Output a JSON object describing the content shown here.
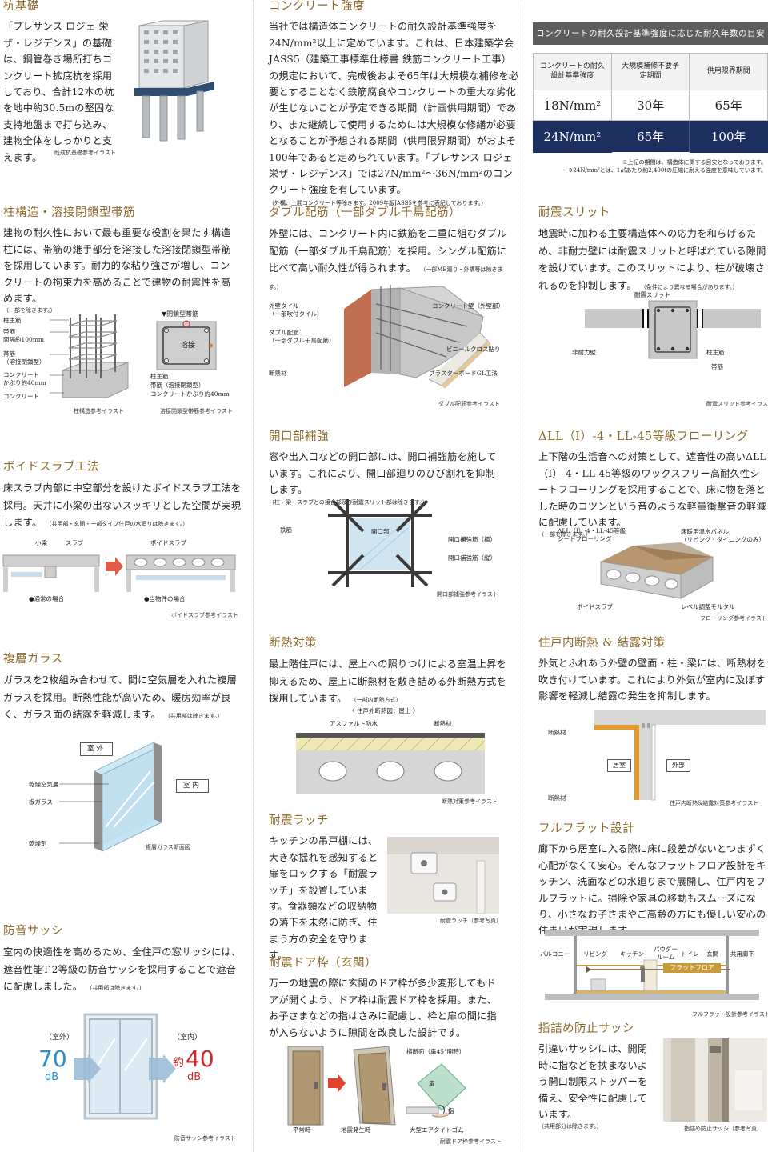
{
  "pile": {
    "title": "杭基礎",
    "body": "「プレサンス ロジェ 栄ザ・レジデンス」の基礎は、鋼管巻き場所打ちコンクリート拡底杭を採用しており、合計12本の杭を地中約30.5mの堅固な支持地盤まで打ち込み、建物全体をしっかりと支えます。",
    "caption": "既成杭基礎参考イラスト"
  },
  "concrete": {
    "title": "コンクリート強度",
    "body": "当社では構造体コンクリートの耐久設計基準強度を24N/mm²以上に定めています。これは、日本建築学会JASS5（建築工事標準仕様書 鉄筋コンクリート工事）の規定において、完成後およそ65年は大規模な補修を必要とすることなく鉄筋腐食やコンクリートの重大な劣化が生じないことが予定できる期間（計画供用期間）であり、また継続して使用するためには大規模な修繕が必要となることが予想される期間（供用限界期間）がおよそ100年であると定められています。「プレサンス ロジェ 栄ザ・レジデンス」では27N/mm²〜36N/mm²のコンクリート強度を有しています。",
    "note": "（外構、土間コンクリート等除きます。2009年版JASS5を参考に表記しております。）",
    "table_title": "コンクリートの耐久設計基準強度に応じた耐久年数の目安",
    "table_headers": [
      "コンクリートの耐久設計基準強度",
      "大規模補修不要予定期間",
      "供用限界期間"
    ],
    "table_rows": [
      [
        "18N/mm²",
        "30年",
        "65年"
      ],
      [
        "24N/mm²",
        "65年",
        "100年"
      ]
    ],
    "table_note1": "※上記の期間は、構造体に関する目安となっております。",
    "table_note2": "※24N/mm²とは、1㎡あたり約2,400tの圧縮に耐える強度を意味しています。"
  },
  "column": {
    "title": "柱構造・溶接閉鎖型帯筋",
    "body": "建物の耐久性において最も重要な役割を果たす構造柱には、帯筋の継手部分を溶接した溶接閉鎖型帯筋を採用しています。耐力的な粘り強さが増し、コンクリートの拘束力を高めることで建物の耐震性を高めます。",
    "note": "（一部を除きます。）",
    "labels": [
      "柱主筋",
      "帯筋",
      "間隔約100mm",
      "帯筋",
      "（溶接閉鎖型）",
      "コンクリート",
      "かぶり約40mm",
      "コンクリート"
    ],
    "right_title": "▼閉鎖型帯筋",
    "weld": "溶接",
    "right_labels": [
      "柱主筋",
      "帯筋（溶接閉鎖型）",
      "コンクリートかぶり約40mm"
    ],
    "caption1": "柱構造参考イラスト",
    "caption2": "溶接閉鎖型帯筋参考イラスト"
  },
  "double": {
    "title": "ダブル配筋（一部ダブル千鳥配筋）",
    "body": "外壁には、コンクリート内に鉄筋を二重に組むダブル配筋（一部ダブル千鳥配筋）を採用。シングル配筋に比べて高い耐久性が得られます。",
    "note": "（一部MB廻り・外構等は除きます。）",
    "labels": [
      "外壁タイル",
      "（一部吹付タイル）",
      "ダブル配筋",
      "（一部ダブル千鳥配筋）",
      "断熱材",
      "コンクリート壁（外壁部）",
      "ビニールクロス貼り",
      "プラスターボードGL工法"
    ],
    "caption": "ダブル配筋参考イラスト"
  },
  "slit": {
    "title": "耐震スリット",
    "body": "地震時に加わる主要構造体への応力を和らげるため、非耐力壁には耐震スリットと呼ばれている隙間を設けています。このスリットにより、柱が破壊されるのを抑制します。",
    "note": "（条件により異なる場合があります。）",
    "labels": [
      "耐震スリット",
      "非耐力壁",
      "柱主筋",
      "帯筋"
    ],
    "caption": "耐震スリット参考イラスト"
  },
  "opening": {
    "title": "開口部補強",
    "body": "窓や出入口などの開口部には、開口補強筋を施しています。これにより、開口部廻りのひび割れを抑制します。",
    "note": "（柱・梁・スラブとの接合部及び耐震スリット部は除きます。）",
    "labels": [
      "鉄筋",
      "開口部",
      "開口補強筋（横）",
      "開口補強筋（縦）"
    ],
    "caption": "開口部補強参考イラスト"
  },
  "flooring": {
    "title": "ΔLL（I）-4・LL-45等級フローリング",
    "body": "上下階の生活音への対策として、遮音性の高いΔLL（I）-4・LL-45等級のワックスフリー高耐久性シートフローリングを採用することで、床に物を落とした時のコツンという音のような軽量衝撃音の軽減に配慮しています。",
    "note": "（一部を除きます。）",
    "labels": [
      "ΔLL（I）-4・LL-45等級",
      "シートフローリング",
      "床暖用温水パネル",
      "（リビング・ダイニングのみ）",
      "ボイドスラブ",
      "レベル調整モルタル"
    ],
    "caption": "フローリング参考イラスト"
  },
  "void": {
    "title": "ボイドスラブ工法",
    "body": "床スラブ内部に中空部分を設けたボイドスラブ工法を採用。天井に小梁の出ないスッキリとした空間が実現します。",
    "note": "（共用部・玄関・一部タイプ住戸の水廻りは除きます。）",
    "labels": [
      "小梁",
      "スラブ",
      "ボイドスラブ",
      "●通常の場合",
      "●当物件の場合"
    ],
    "caption": "ボイドスラブ参考イラスト"
  },
  "insulation": {
    "title": "断熱対策",
    "body": "最上階住戸には、屋上への照りつけによる室温上昇を抑えるため、屋上に断熱材を敷き詰める外断熱方式を採用しています。",
    "note": "（一部内断熱方式）",
    "diag_title": "〈 住戸外断熱図：屋上 〉",
    "labels": [
      "アスファルト防水",
      "断熱材"
    ],
    "caption": "断熱対策参考イラスト"
  },
  "condensation": {
    "title": "住戸内断熱 & 結露対策",
    "body": "外気とふれあう外壁の壁面・柱・梁には、断熱材を吹き付けています。これにより外気が室内に及ぼす影響を軽減し結露の発生を抑制します。",
    "labels": [
      "断熱材",
      "居室",
      "外部",
      "断熱材"
    ],
    "caption": "住戸内断熱&結露対策参考イラスト"
  },
  "glass": {
    "title": "複層ガラス",
    "body": "ガラスを2枚組み合わせて、間に空気層を入れた複層ガラスを採用。断熱性能が高いため、暖房効率が良く、ガラス面の結露を軽減します。",
    "note": "（共用部は除きます。）",
    "labels": [
      "室外",
      "室内",
      "乾燥空気層",
      "板ガラス",
      "乾燥剤"
    ],
    "caption": "複層ガラス断面図"
  },
  "latch": {
    "title": "耐震ラッチ",
    "body": "キッチンの吊戸棚には、大きな揺れを感知すると扉をロックする「耐震ラッチ」を設置しています。食器類などの収納物の落下を未然に防ぎ、住まう方の安全を守ります。",
    "caption": "耐震ラッチ（参考写真）"
  },
  "flat": {
    "title": "フルフラット設計",
    "body": "廊下から居室に入る際に床に段差がないとつまずく心配がなくて安心。そんなフラットフロア設計をキッチン、洗面などの水廻りまで展開し、住戸内をフルフラットに。掃除や家具の移動もスムーズになり、小さなお子さまやご高齢の方にも優しい安心の住まいが実現します。",
    "rooms": [
      "バルコニー",
      "リビング",
      "キッチン",
      "パウダー",
      "ルーム",
      "トイレ",
      "玄関",
      "共用廊下"
    ],
    "flat_label": "フラットフロア",
    "caption": "フルフラット設計参考イラスト"
  },
  "sash": {
    "title": "防音サッシ",
    "body": "室内の快適性を高めるため、全住戸の窓サッシには、遮音性能T-2等級の防音サッシを採用することで遮音に配慮しました。",
    "note": "（共用部は除きます。）",
    "outside_label": "（室外）",
    "inside_label": "（室内）",
    "outside_value": "70",
    "inside_prefix": "約",
    "inside_value": "40",
    "unit": "dB",
    "caption": "防音サッシ参考イラスト"
  },
  "door": {
    "title": "耐震ドア枠（玄関）",
    "body": "万一の地震の際に玄関のドア枠が多少変形してもドアが開くよう、ドア枠は耐震ドア枠を採用。また、お子さまなどの指はさみに配慮し、枠と扉の間に指が入らないように隙間を改良した設計です。",
    "labels": [
      "平常時",
      "地震発生時",
      "横断面（扉45°開時）",
      "扉",
      "指",
      "大型エアタイトゴム"
    ],
    "caption": "耐震ドア枠参考イラスト"
  },
  "finger": {
    "title": "指詰め防止サッシ",
    "body": "引違いサッシには、開閉時に指などを挟まないよう開口制限ストッパーを備え、安全性に配慮しています。",
    "note": "（共用部分は除きます。）",
    "caption": "指詰め防止サッシ（参考写真）"
  },
  "colors": {
    "heading": "#8a6a2c",
    "table_dark": "#1c2f5e",
    "blue": "#2b8fce",
    "red": "#d4262b"
  }
}
